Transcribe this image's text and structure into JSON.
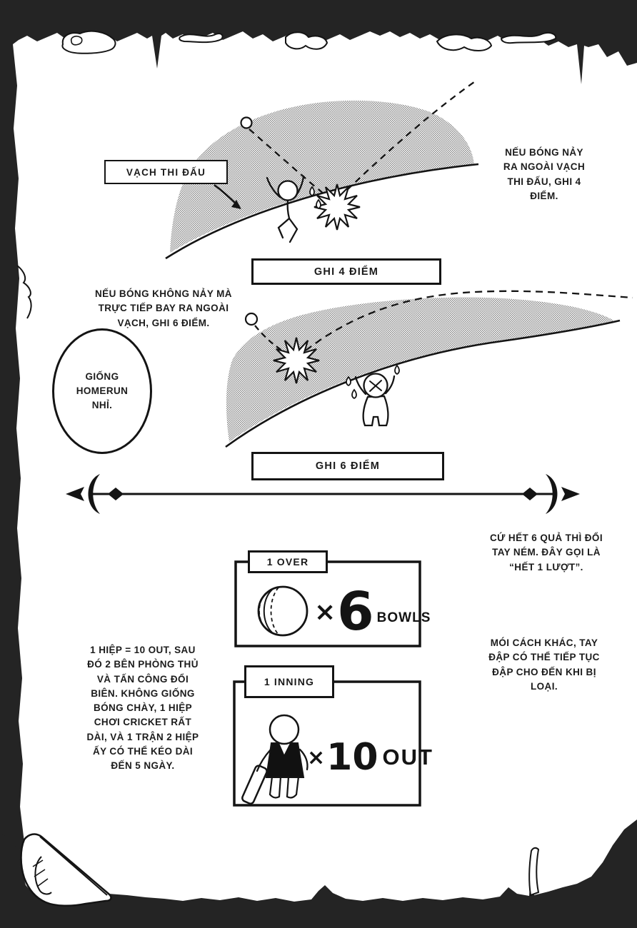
{
  "colors": {
    "ink": "#1c1c1c",
    "paper": "#ffffff",
    "torn_border": "#242424",
    "field_tone": "#8f8f8f"
  },
  "panel4": {
    "boundary_label": "VẠCH THI ĐẤU",
    "caption": "NẾU BÓNG NẢY\nRA NGOÀI VẠCH\nTHI ĐẤU, GHI 4\nĐIỂM.",
    "result": "GHI 4 ĐIỂM"
  },
  "panel6": {
    "caption": "NẾU BÓNG KHÔNG NẢY MÀ\nTRỰC TIẾP BAY RA NGOÀI\nVẠCH, GHI 6 ĐIỂM.",
    "bubble": "GIỐNG\nHOMERUN\nNHỈ.",
    "result": "GHI 6 ĐIỂM"
  },
  "over": {
    "caption": "CỨ HẾT 6 QUẢ THÌ ĐỔI\nTAY NÉM. ĐÂY GỌI LÀ\n“HẾT 1 LƯỢT”.",
    "label": "1 OVER",
    "times": "×",
    "count": "6",
    "unit": "BOWLS"
  },
  "inning": {
    "caption_left": "1 HIỆP = 10 OUT, SAU\nĐÓ 2 BÊN PHÒNG THỦ\nVÀ TẤN CÔNG ĐỔI\nBIÊN. KHÔNG GIỐNG\nBÓNG CHÀY, 1 HIỆP\nCHƠI CRICKET RẤT\nDÀI, VÀ 1 TRẬN 2 HIỆP\nẤY CÓ THỂ KÉO DÀI\nĐẾN 5 NGÀY.",
    "caption_right": "MÓI CÁCH KHÁC, TAY\nĐẬP CÓ THỂ TIẾP TỤC\nĐẬP CHO ĐẾN KHI BỊ\nLOẠI.",
    "label": "1 INNING",
    "times": "×",
    "count": "10",
    "unit": "OUT"
  }
}
